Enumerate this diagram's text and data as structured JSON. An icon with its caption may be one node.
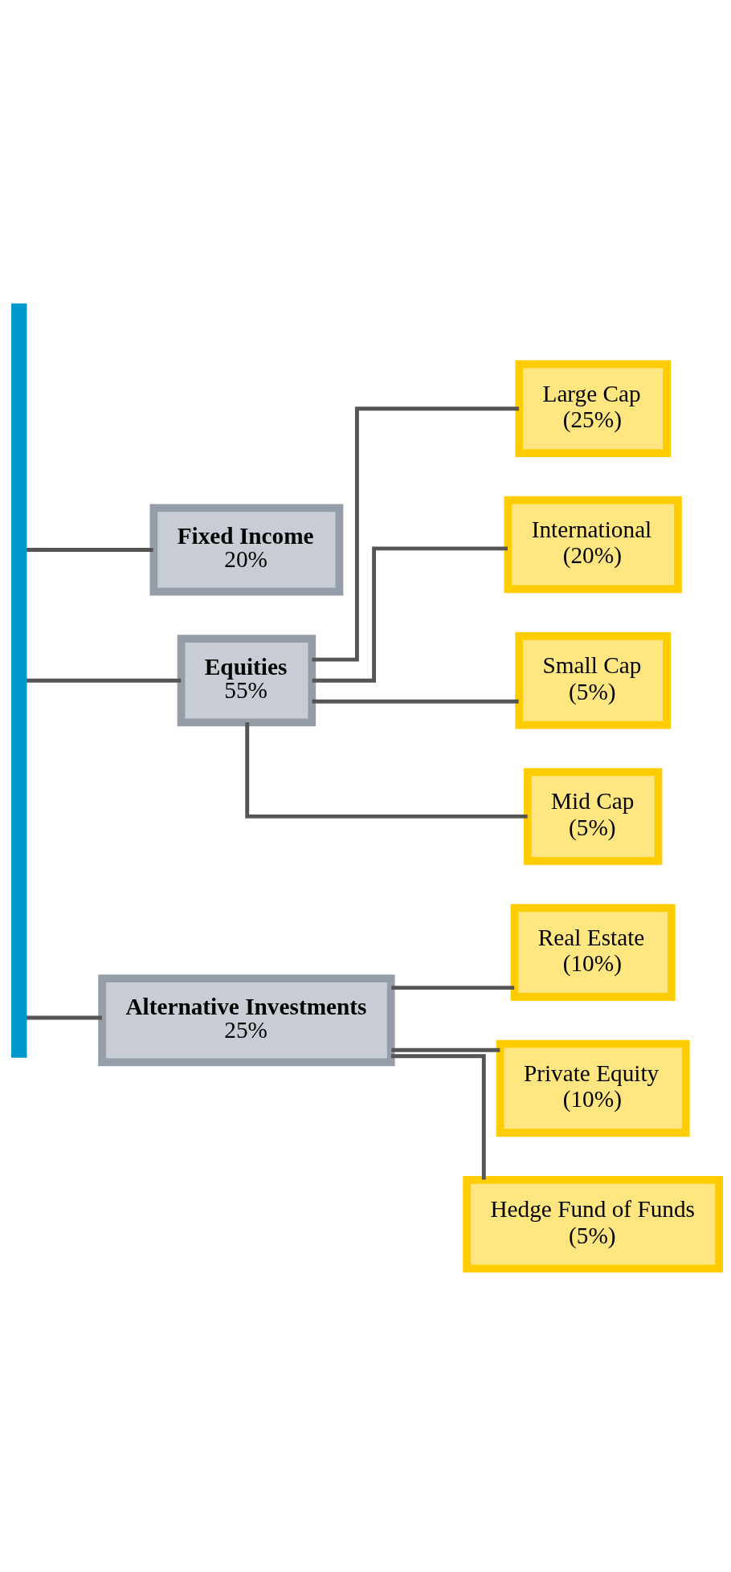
{
  "diagram": {
    "nodes": [
      {
        "text": [],
        "shape": "box"
      },
      {
        "text": [
          "Fixed Income",
          "20%"
        ]
      },
      {
        "text": [
          "Equities",
          "55%"
        ]
      },
      {
        "text": [
          "Alternative Investments",
          "25%"
        ]
      },
      {
        "text": [
          "Large Cap",
          "(25%)"
        ]
      },
      {
        "text": [
          "International",
          "(20%)"
        ]
      },
      {
        "text": [
          "Small Cap",
          "(5%)"
        ]
      },
      {
        "text": [
          "Mid Cap",
          "(5%)"
        ]
      },
      {
        "text": [
          "Real Estate",
          "(10%)"
        ]
      },
      {
        "text": [
          "Private Equity",
          "(10%)"
        ]
      },
      {
        "text": [
          "Hedge Fund of Funds",
          "(5%)"
        ]
      }
    ],
    "edges": [
      {
        "from": 0,
        "to": 1,
        "arrow": "none"
      },
      {
        "from": 0,
        "to": 2,
        "arrow": "none"
      },
      {
        "from": 0,
        "to": 3,
        "arrow": "none"
      },
      {
        "from": 2,
        "to": 4,
        "arrow": "none"
      },
      {
        "from": 2,
        "to": 5,
        "arrow": "none"
      },
      {
        "from": 2,
        "to": 6,
        "arrow": "none"
      },
      {
        "from": 2,
        "to": 7,
        "arrow": "none"
      },
      {
        "from": 3,
        "to": 8,
        "arrow": "none"
      },
      {
        "from": 3,
        "to": 9,
        "arrow": "none"
      },
      {
        "from": 3,
        "to": 10,
        "arrow": "none"
      }
    ]
  }
}
